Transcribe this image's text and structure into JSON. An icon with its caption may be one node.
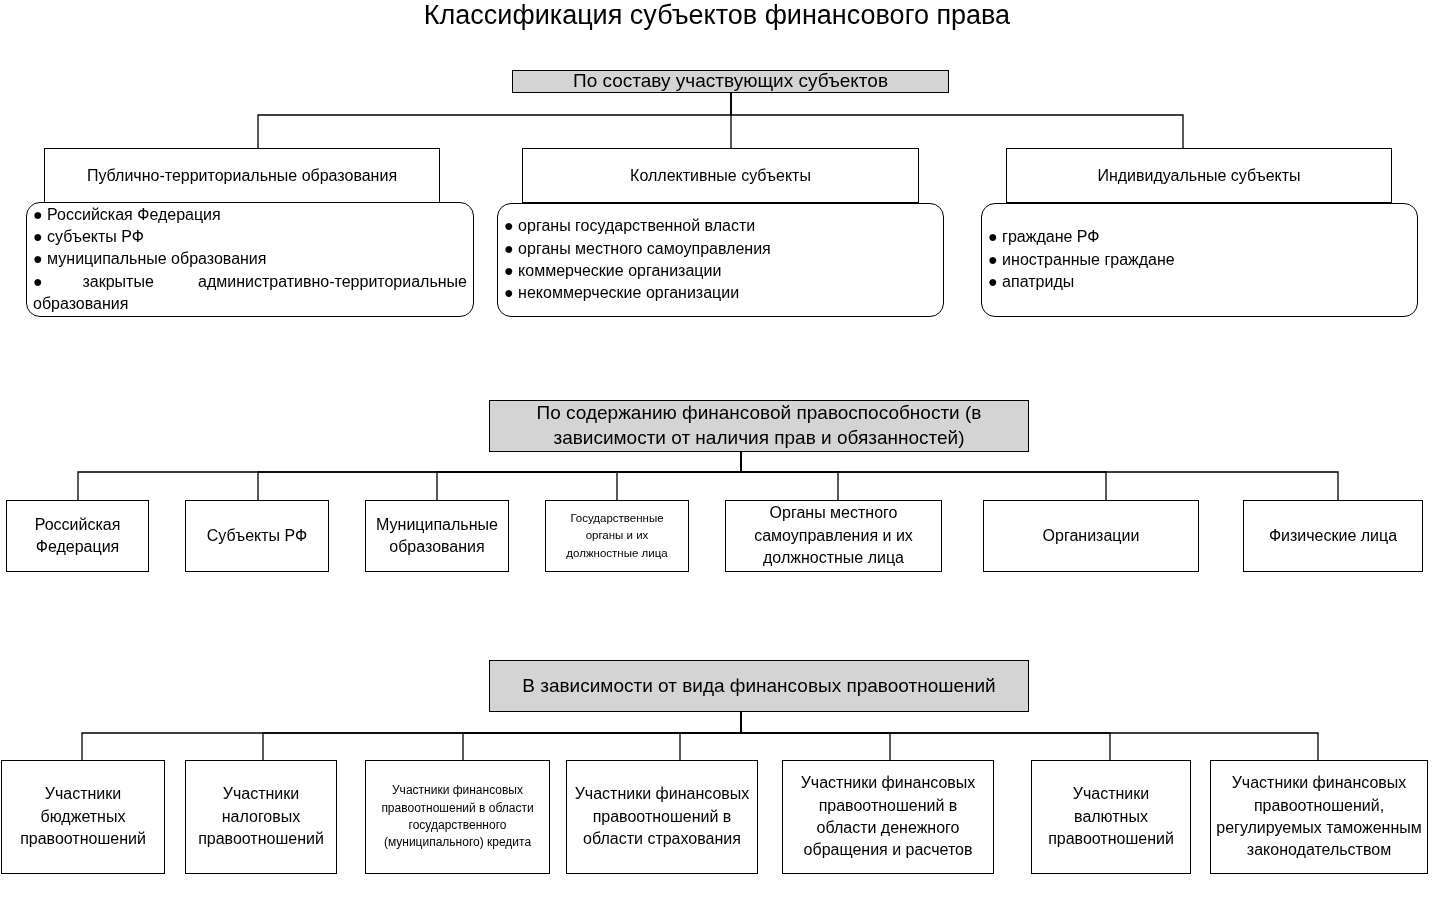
{
  "diagram": {
    "title": "Классификация субъектов финансового права",
    "nodes": [
      {
        "text": [
          "По составу участвующих субъектов"
        ]
      },
      {
        "text": [
          "Публично-территориальные образования"
        ]
      },
      {
        "text": [
          "● Российская Федерация",
          "● субъекты РФ",
          "● муниципальные образования",
          "●закрытые административно-территориальные образования"
        ]
      },
      {
        "text": [
          "Коллективные субъекты"
        ]
      },
      {
        "text": [
          "● органы государственной власти",
          "● органы местного самоуправления",
          "● коммерческие организации",
          "● некоммерческие организации"
        ]
      },
      {
        "text": [
          "Индивидуальные субъекты"
        ]
      },
      {
        "text": [
          "● граждане РФ",
          "● иностранные граждане",
          "● апатриды"
        ]
      },
      {
        "text": [
          "По содержанию финансовой правоспособности (в зависимости от наличия прав и обязанностей)"
        ]
      },
      {
        "text": [
          "Российская Федерация"
        ]
      },
      {
        "text": [
          "Субъекты РФ"
        ]
      },
      {
        "text": [
          "Муниципальные образования"
        ]
      },
      {
        "text": [
          "Государственные органы и их должностные лица"
        ]
      },
      {
        "text": [
          "Органы местного самоуправления и их должностные лица"
        ]
      },
      {
        "text": [
          "Организации"
        ]
      },
      {
        "text": [
          "Физические лица"
        ]
      },
      {
        "text": [
          "В зависимости от вида финансовых правоотношений"
        ]
      },
      {
        "text": [
          "Участники бюджетных правоотношений"
        ]
      },
      {
        "text": [
          "Участники налоговых правоотношений"
        ]
      },
      {
        "text": [
          "Участники финансовых правоотношений в области государственного (муниципального) кредита"
        ]
      },
      {
        "text": [
          "Участники финансовых правоотношений в области страхования"
        ]
      },
      {
        "text": [
          "Участники финансовых правоотношений в области денежного обращения и расчетов"
        ]
      },
      {
        "text": [
          "Участники валютных правоотношений"
        ]
      },
      {
        "text": [
          "Участники финансовых правоотношений, регулируемых таможенным законодательством"
        ]
      }
    ],
    "edges": [
      {
        "from": 0,
        "to": 1,
        "arrow": "none"
      },
      {
        "from": 0,
        "to": 3,
        "arrow": "none"
      },
      {
        "from": 0,
        "to": 5,
        "arrow": "none"
      },
      {
        "from": 7,
        "to": 8,
        "arrow": "none"
      },
      {
        "from": 7,
        "to": 9,
        "arrow": "none"
      },
      {
        "from": 7,
        "to": 10,
        "arrow": "none"
      },
      {
        "from": 7,
        "to": 11,
        "arrow": "none"
      },
      {
        "from": 7,
        "to": 12,
        "arrow": "none"
      },
      {
        "from": 7,
        "to": 13,
        "arrow": "none"
      },
      {
        "from": 7,
        "to": 14,
        "arrow": "none"
      },
      {
        "from": 15,
        "to": 16,
        "arrow": "none"
      },
      {
        "from": 15,
        "to": 17,
        "arrow": "none"
      },
      {
        "from": 15,
        "to": 18,
        "arrow": "none"
      },
      {
        "from": 15,
        "to": 19,
        "arrow": "none"
      },
      {
        "from": 15,
        "to": 20,
        "arrow": "none"
      },
      {
        "from": 15,
        "to": 21,
        "arrow": "none"
      },
      {
        "from": 15,
        "to": 22,
        "arrow": "none"
      }
    ]
  }
}
